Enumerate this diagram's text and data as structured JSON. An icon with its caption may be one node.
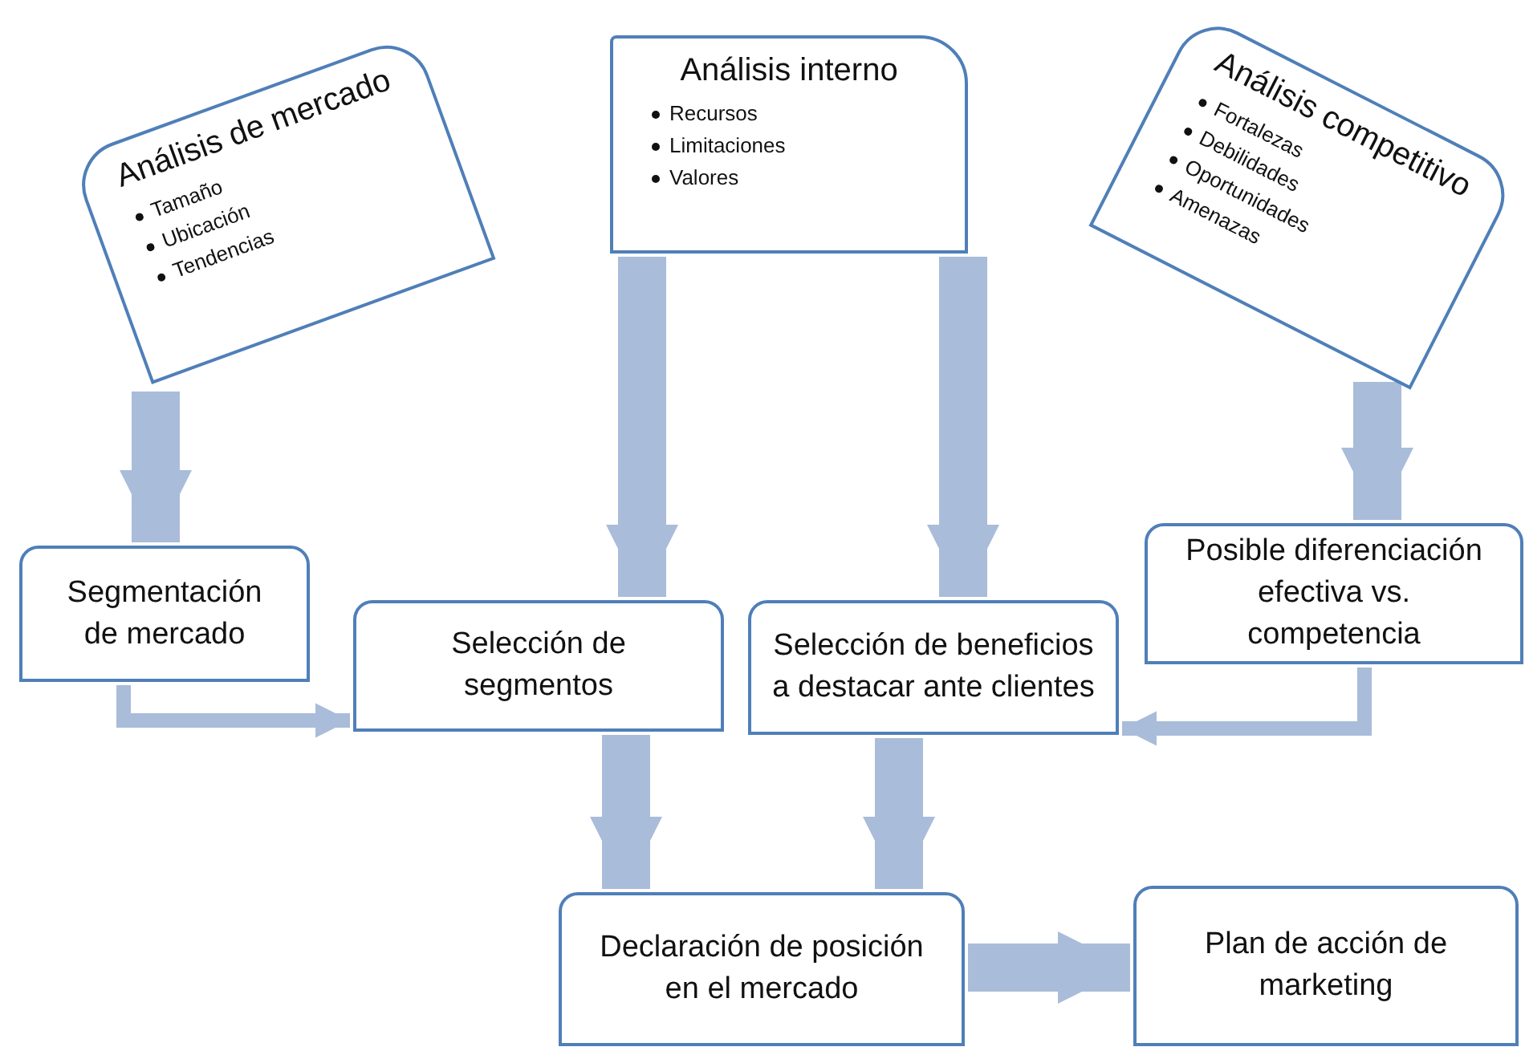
{
  "diagram": {
    "nodes": [
      {
        "text": [
          "Análisis de mercado",
          "Tamaño",
          "Ubicación",
          "Tendencias"
        ]
      },
      {
        "text": [
          "Análisis interno",
          "Recursos",
          "Limitaciones",
          "Valores"
        ]
      },
      {
        "text": [
          "Análisis competitivo",
          "Fortalezas",
          "Debilidades",
          "Oportunidades",
          "Amenazas"
        ]
      },
      {
        "text": [
          "Segmentación de mercado"
        ]
      },
      {
        "text": [
          "Selección de segmentos"
        ]
      },
      {
        "text": [
          "Selección de beneficios a destacar ante clientes"
        ]
      },
      {
        "text": [
          "Posible diferenciación efectiva vs. competencia"
        ]
      },
      {
        "text": [
          "Declaración de posición en el mercado"
        ]
      },
      {
        "text": [
          "Plan de acción de marketing"
        ]
      }
    ],
    "edges": [
      {
        "from": 0,
        "to": 3,
        "arrow": "to"
      },
      {
        "from": 1,
        "to": 4,
        "arrow": "to"
      },
      {
        "from": 1,
        "to": 5,
        "arrow": "to"
      },
      {
        "from": 2,
        "to": 6,
        "arrow": "to"
      },
      {
        "from": 3,
        "to": 4,
        "arrow": "to"
      },
      {
        "from": 6,
        "to": 5,
        "arrow": "to"
      },
      {
        "from": 4,
        "to": 7,
        "arrow": "to"
      },
      {
        "from": 5,
        "to": 7,
        "arrow": "to"
      },
      {
        "from": 7,
        "to": 8,
        "arrow": "to"
      }
    ]
  }
}
